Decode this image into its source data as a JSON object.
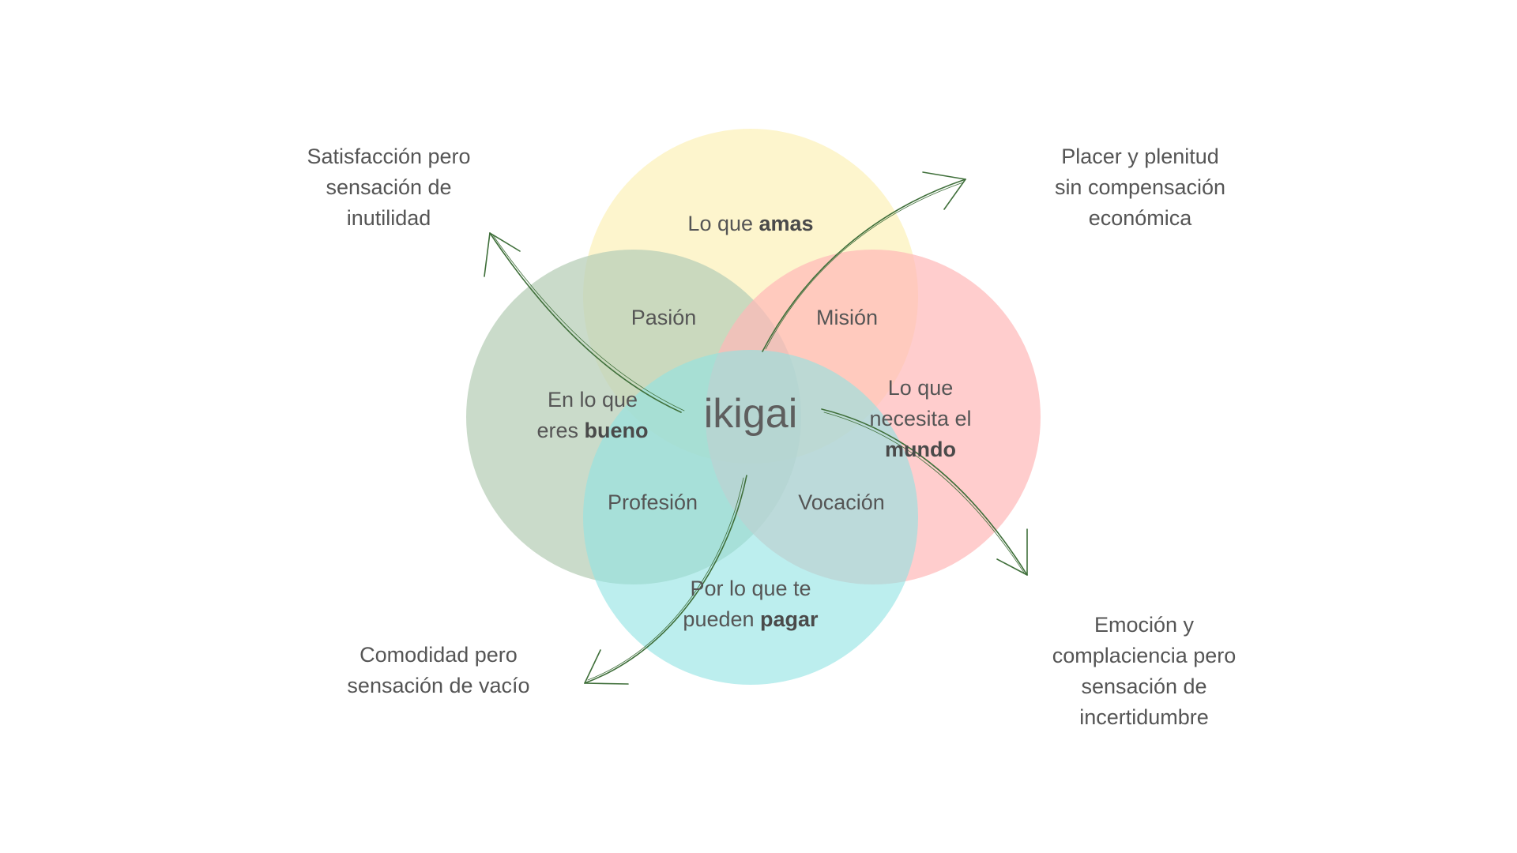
{
  "diagram": {
    "colors": {
      "amas": "#fdf3c4",
      "bueno": "#c9dbc9",
      "mundo": "#ffcaca",
      "pagar": "#b7eced",
      "arrow": "#3f6f3a"
    },
    "circles": {
      "amas": {
        "line1_plain": "Lo que ",
        "line1_bold": "amas"
      },
      "bueno": {
        "line1": "En lo que",
        "line2_plain": "eres ",
        "line2_bold": "bueno"
      },
      "mundo": {
        "line1": "Lo que",
        "line2": "necesita el",
        "line3_bold": "mundo"
      },
      "pagar": {
        "line1": "Por lo que te",
        "line2_plain": "pueden ",
        "line2_bold": "pagar"
      }
    },
    "intersections": {
      "pasion": "Pasión",
      "mision": "Misión",
      "profesion": "Profesión",
      "vocacion": "Vocación"
    },
    "center": "ikigai",
    "outcomes": {
      "top_left": [
        "Satisfacción pero",
        "sensación de",
        "inutilidad"
      ],
      "top_right": [
        "Placer y plenitud",
        "sin compensación",
        "económica"
      ],
      "bottom_left": [
        "Comodidad pero",
        "sensación de vacío"
      ],
      "bottom_right": [
        "Emoción y",
        "complaciencia pero",
        "sensación de",
        "incertidumbre"
      ]
    }
  }
}
